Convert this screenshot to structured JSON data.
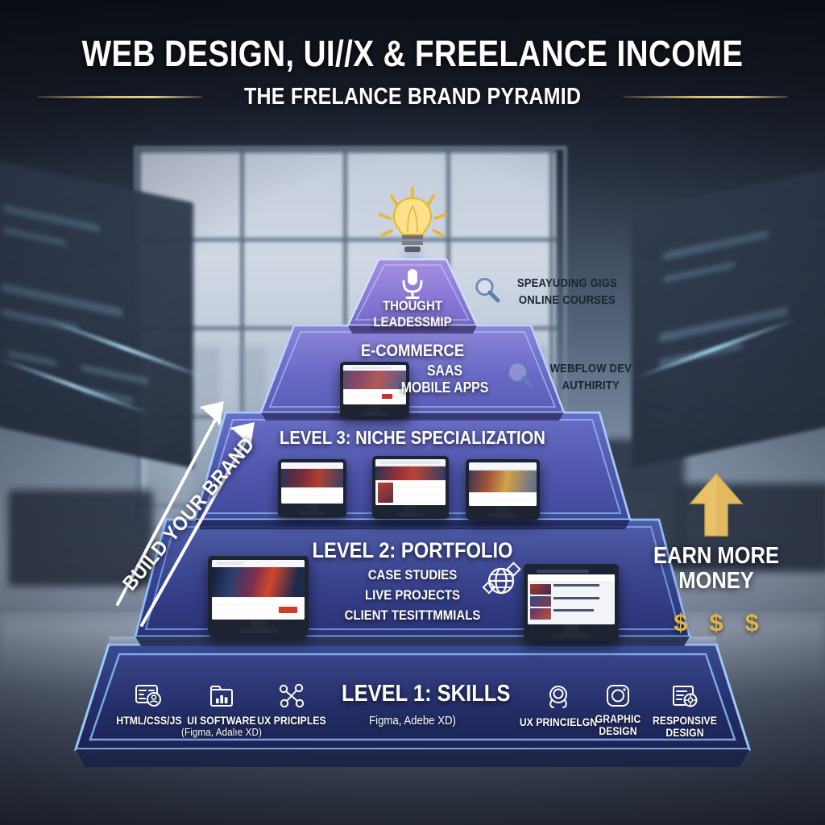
{
  "header": {
    "title": "WEB DESIGN, UI//X & FREELANCE INCOME",
    "subtitle": "THE FRELANCE BRAND PYRAMID",
    "rule_color": "#d9bd78"
  },
  "pyramid": {
    "levels": [
      {
        "id": "thought-leadership",
        "label": "THOUGHT",
        "label2": "LEADESSMIP",
        "icon": "microphone-icon",
        "color": "#8b7ad4",
        "glow": "#b9d6ff"
      },
      {
        "id": "ecommerce",
        "label": "E-COMMERCE",
        "items": [
          "SAAS",
          "MOBILE APPS"
        ],
        "color": "#6f6fc8",
        "glow": "#9fd2ff"
      },
      {
        "id": "niche-specialization",
        "label": "LEVEL 3: NICHE SPECIALIZATION",
        "items": [],
        "color": "#5a63bd",
        "glow": "#8fc6ff"
      },
      {
        "id": "portfolio",
        "label": "LEVEL 2: PORTFOLIO",
        "items": [
          "CASE STUDIES",
          "LIVE PROJECTS",
          "CLIENT TESITTMMIALS"
        ],
        "icon": "globe-icon",
        "color": "#3d4a8e",
        "glow": "#7fb8ff"
      },
      {
        "id": "skills",
        "label": "LEVEL 1: SKILLS",
        "center_note": "Figma, Adebe XD)",
        "color": "#2a3570",
        "glow": "#79b6ff"
      }
    ],
    "top_icon": "lightbulb-icon",
    "top_icon_color": "#f2c94c"
  },
  "skills_left": [
    {
      "icon": "id-card-icon",
      "line1": "HTML/CSS/JS",
      "line2": ""
    },
    {
      "icon": "chart-folder-icon",
      "line1": "UI SOFTWARE",
      "line2": "(Figma, Adalıe XD)"
    },
    {
      "icon": "scissors-icon",
      "line1": "UX PRICIPLES",
      "line2": ""
    }
  ],
  "skills_right": [
    {
      "icon": "headset-icon",
      "line1": "UX PRINCIELGN",
      "line2": ""
    },
    {
      "icon": "camera-icon",
      "line1": "GRAPHIC",
      "line2": "DESIGN"
    },
    {
      "icon": "document-gear-icon",
      "line1": "RESPONSIVE",
      "line2": "DESIGN"
    }
  ],
  "callouts": [
    {
      "id": "speaking-gigs",
      "icon": "magnifier-icon",
      "line1": "SPEAYUDING GIGS",
      "line2": "ONLINE COURSES"
    },
    {
      "id": "webflow-authority",
      "icon": "magnifier-icon",
      "line1": "WEBFLOW DEV",
      "line2": "AUTHIRITY"
    }
  ],
  "left_arrow": {
    "label": "BUILD YOUR BRAND",
    "icon": "arrow-up-right-icon",
    "color": "#ffffff"
  },
  "right_cta": {
    "icon": "arrow-up-icon",
    "line1": "EARN MORE",
    "line2": "MONEY",
    "currency_symbols": [
      "$",
      "$",
      "$"
    ],
    "color": "#e0b349"
  }
}
